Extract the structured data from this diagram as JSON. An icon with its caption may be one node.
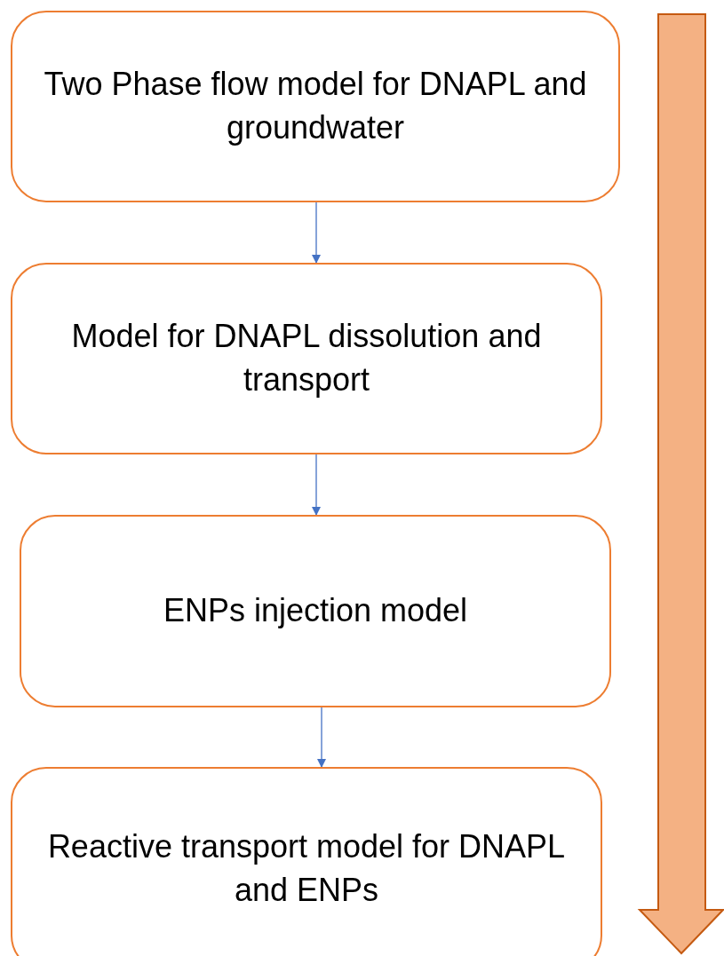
{
  "diagram": {
    "nodes": [
      {
        "text": [
          "Two Phase flow model for DNAPL and groundwater"
        ]
      },
      {
        "text": [
          "Model for DNAPL dissolution and transport"
        ]
      },
      {
        "text": [
          "ENPs injection model"
        ]
      },
      {
        "text": [
          "Reactive transport model for DNAPL and ENPs"
        ]
      }
    ],
    "edges": [
      {
        "from": 0,
        "to": 1,
        "arrow": "to"
      },
      {
        "from": 1,
        "to": 2,
        "arrow": "to"
      },
      {
        "from": 2,
        "to": 3,
        "arrow": "to"
      }
    ]
  }
}
